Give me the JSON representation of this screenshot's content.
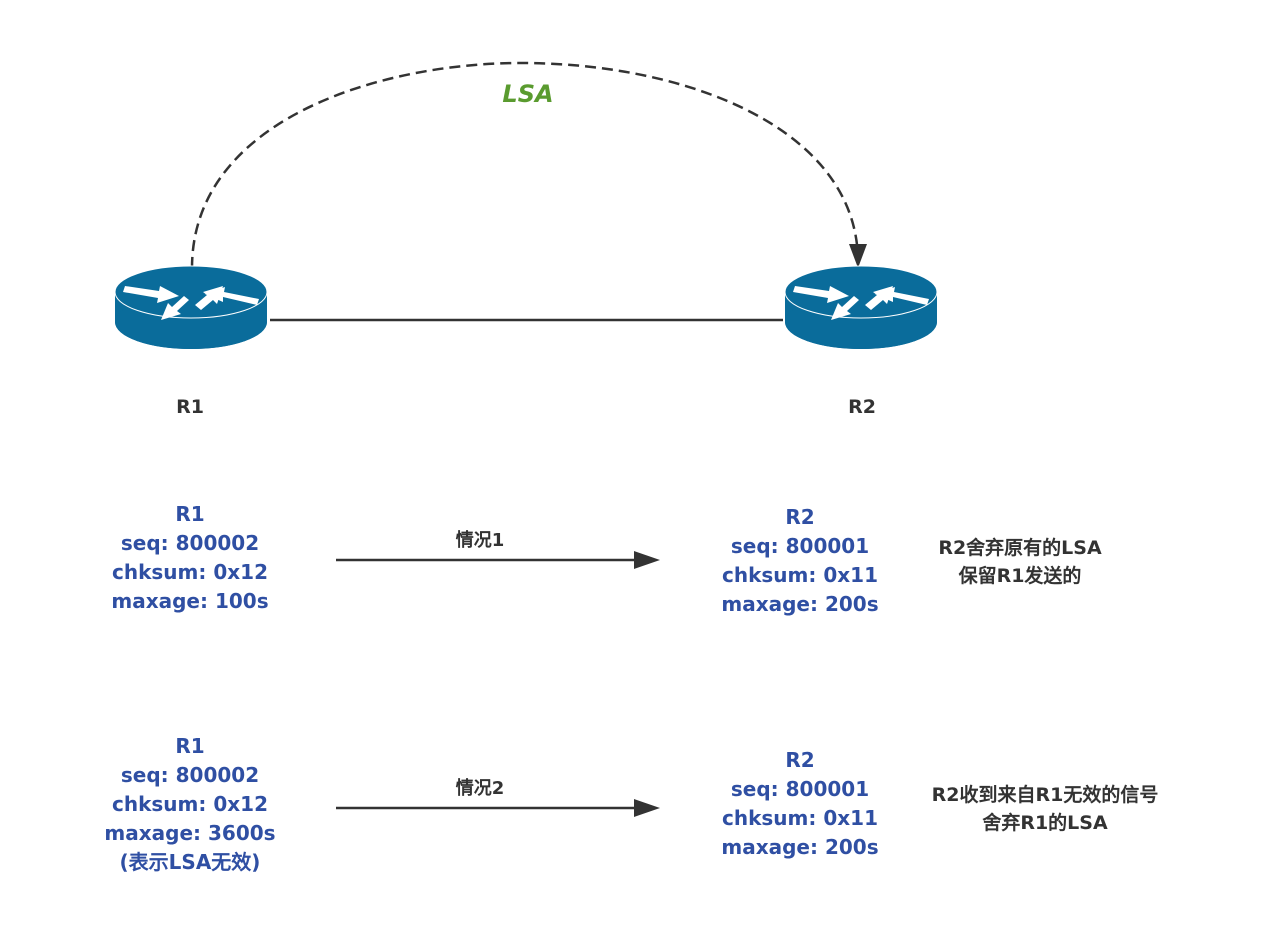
{
  "colors": {
    "router_fill": "#0a6c9b",
    "router_top": "#0a6c9b",
    "info_text": "#2f4fa3",
    "lsa_label": "#5a9b2f",
    "line": "#333333"
  },
  "topology": {
    "lsa_label": "LSA",
    "routers": [
      {
        "id": "R1",
        "label": "R1",
        "icon": "router-icon"
      },
      {
        "id": "R2",
        "label": "R2",
        "icon": "router-icon"
      }
    ],
    "link": {
      "from": "R1",
      "to": "R2",
      "style": "solid"
    },
    "flood": {
      "from": "R1",
      "to": "R2",
      "style": "dashed-arc-arrow"
    }
  },
  "cases": [
    {
      "label": "情况1",
      "sender": {
        "title": "R1",
        "seq": "seq: 800002",
        "chksum": "chksum: 0x12",
        "maxage": "maxage: 100s",
        "note": ""
      },
      "receiver": {
        "title": "R2",
        "seq": "seq: 800001",
        "chksum": "chksum: 0x11",
        "maxage": "maxage: 200s"
      },
      "result": [
        "R2舍弃原有的LSA",
        "保留R1发送的"
      ]
    },
    {
      "label": "情况2",
      "sender": {
        "title": "R1",
        "seq": "seq: 800002",
        "chksum": "chksum: 0x12",
        "maxage": "maxage: 3600s",
        "note": "(表示LSA无效)"
      },
      "receiver": {
        "title": "R2",
        "seq": "seq: 800001",
        "chksum": "chksum: 0x11",
        "maxage": "maxage: 200s"
      },
      "result": [
        "R2收到来自R1无效的信号",
        "舍弃R1的LSA"
      ]
    }
  ]
}
